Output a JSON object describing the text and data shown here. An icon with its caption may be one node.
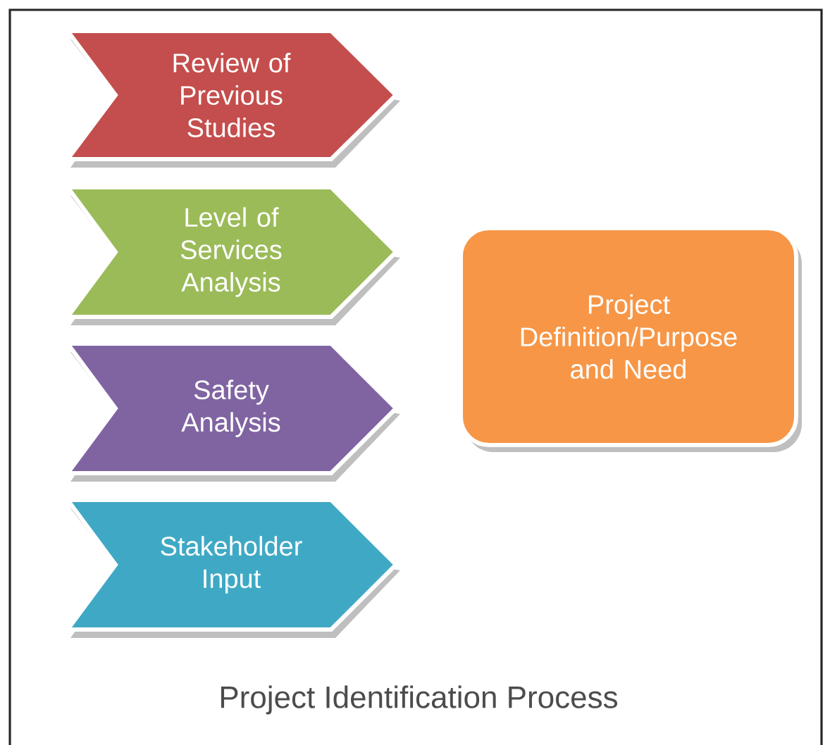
{
  "diagram": {
    "caption": "Project Identification Process",
    "nodes": [
      {
        "text": [
          "Review of Previous Studies"
        ]
      },
      {
        "text": [
          "Level of Services Analysis"
        ]
      },
      {
        "text": [
          "Safety Analysis"
        ]
      },
      {
        "text": [
          "Stakeholder Input"
        ]
      },
      {
        "text": [
          "Project Definition/Purpose and Need"
        ]
      }
    ],
    "edges": []
  }
}
